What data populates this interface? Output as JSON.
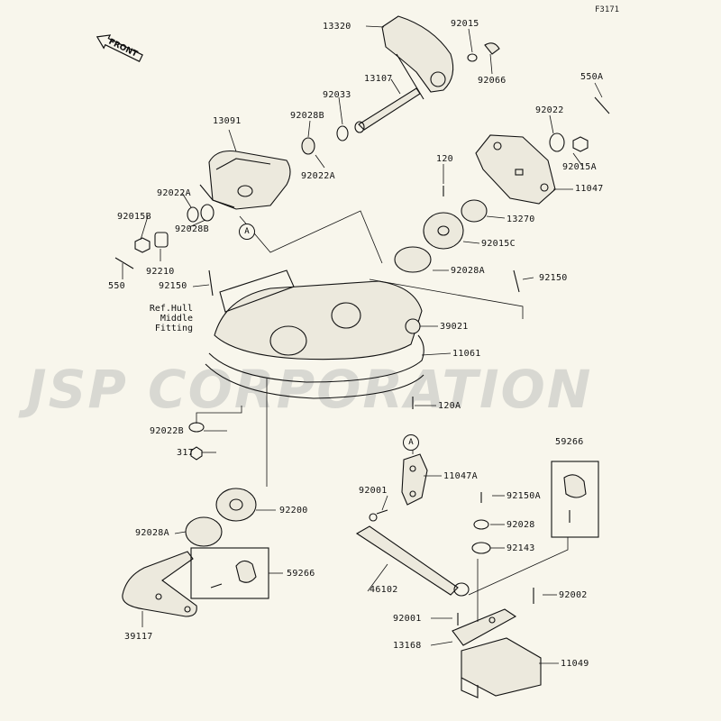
{
  "figure_number": "F3171",
  "front_label": "FRONT",
  "watermark": "JSP CORPORATION",
  "callout_a": "A",
  "ref_note": "Ref.Hull\nMiddle\nFitting",
  "parts": [
    {
      "id": "p13320",
      "label": "13320"
    },
    {
      "id": "p92015",
      "label": "92015"
    },
    {
      "id": "p92066",
      "label": "92066"
    },
    {
      "id": "p13107",
      "label": "13107"
    },
    {
      "id": "p92033",
      "label": "92033"
    },
    {
      "id": "p550A",
      "label": "550A"
    },
    {
      "id": "p92022",
      "label": "92022"
    },
    {
      "id": "p13091",
      "label": "13091"
    },
    {
      "id": "p92028B_top",
      "label": "92028B"
    },
    {
      "id": "p92022A_top",
      "label": "92022A"
    },
    {
      "id": "p92015A",
      "label": "92015A"
    },
    {
      "id": "p120",
      "label": "120"
    },
    {
      "id": "p11047",
      "label": "11047"
    },
    {
      "id": "p92022A_left",
      "label": "92022A"
    },
    {
      "id": "p92015B",
      "label": "92015B"
    },
    {
      "id": "p92028B_left",
      "label": "92028B"
    },
    {
      "id": "p13270",
      "label": "13270"
    },
    {
      "id": "p92015C",
      "label": "92015C"
    },
    {
      "id": "p92210",
      "label": "92210"
    },
    {
      "id": "p550",
      "label": "550"
    },
    {
      "id": "p92150_left",
      "label": "92150"
    },
    {
      "id": "p92028A_top",
      "label": "92028A"
    },
    {
      "id": "p92150_right",
      "label": "92150"
    },
    {
      "id": "p39021",
      "label": "39021"
    },
    {
      "id": "p11061",
      "label": "11061"
    },
    {
      "id": "p120A",
      "label": "120A"
    },
    {
      "id": "p92022B",
      "label": "92022B"
    },
    {
      "id": "p317",
      "label": "317"
    },
    {
      "id": "p59266_right",
      "label": "59266"
    },
    {
      "id": "p11047A",
      "label": "11047A"
    },
    {
      "id": "p92001_top",
      "label": "92001"
    },
    {
      "id": "p92150A",
      "label": "92150A"
    },
    {
      "id": "p92200",
      "label": "92200"
    },
    {
      "id": "p92028",
      "label": "92028"
    },
    {
      "id": "p92028A_bottom",
      "label": "92028A"
    },
    {
      "id": "p92143",
      "label": "92143"
    },
    {
      "id": "p59266_left",
      "label": "59266"
    },
    {
      "id": "p46102",
      "label": "46102"
    },
    {
      "id": "p92002",
      "label": "92002"
    },
    {
      "id": "p92001_bottom",
      "label": "92001"
    },
    {
      "id": "p39117",
      "label": "39117"
    },
    {
      "id": "p13168",
      "label": "13168"
    },
    {
      "id": "p11049",
      "label": "11049"
    }
  ]
}
